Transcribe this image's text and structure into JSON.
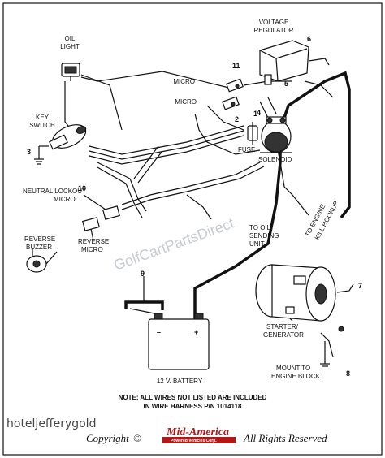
{
  "labels": {
    "voltage_regulator_1": "VOLTAGE",
    "voltage_regulator_2": "REGULATOR",
    "oil_light_1": "OIL",
    "oil_light_2": "LIGHT",
    "micro_1": "MICRO",
    "micro_2": "MICRO",
    "key_switch_1": "KEY",
    "key_switch_2": "SWITCH",
    "fuse": "FUSE",
    "solenoid": "SOLENOID",
    "neutral_lockout_1": "NEUTRAL LOCKOUT",
    "neutral_lockout_2": "MICRO",
    "reverse_buzzer_1": "REVERSE",
    "reverse_buzzer_2": "BUZZER",
    "reverse_micro_1": "REVERSE",
    "reverse_micro_2": "MICRO",
    "oil_sending_1": "TO OIL",
    "oil_sending_2": "SENDING",
    "oil_sending_3": "UNIT",
    "engine_kill_1": "TO ENGINE",
    "engine_kill_2": "KILL HOOKUP",
    "starter_1": "STARTER/",
    "starter_2": "GENERATOR",
    "mount_1": "MOUNT TO",
    "mount_2": "ENGINE BLOCK",
    "battery": "12 V. BATTERY",
    "battery_neg": "–",
    "battery_pos": "+"
  },
  "numbers": {
    "n1": "1",
    "n2": "2",
    "n3": "3",
    "n4": "4",
    "n5": "5",
    "n6": "6",
    "n7": "7",
    "n8": "8",
    "n9": "9",
    "n10": "10",
    "n11": "11"
  },
  "note": {
    "line1": "NOTE: ALL WIRES NOT LISTED ARE INCLUDED",
    "line2": "IN WIRE HARNESS P/N 1014118"
  },
  "watermark": "GolfCartPartsDirect",
  "footer": {
    "credit": "hoteljefferygold",
    "copyright": "Copyright",
    "copyright_symbol": "©",
    "brand": "Mid-America",
    "brand_sub": "Powered Vehicles Corp.",
    "rights": "All Rights Reserved"
  }
}
